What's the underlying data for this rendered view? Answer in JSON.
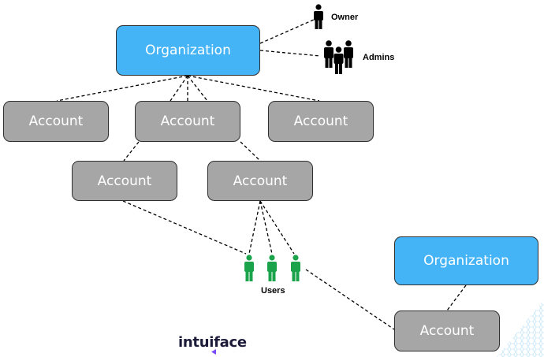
{
  "diagram": {
    "org_main": "Organization",
    "org_second": "Organization",
    "accounts": [
      "Account",
      "Account",
      "Account",
      "Account",
      "Account",
      "Account"
    ],
    "owner_label": "Owner",
    "admins_label": "Admins",
    "users_label": "Users"
  },
  "brand": {
    "logo_text": "intuiface"
  },
  "colors": {
    "organization": "#45b4f6",
    "account": "#a6a6a6",
    "admin_people": "#000000",
    "user_people": "#1aa34a"
  }
}
